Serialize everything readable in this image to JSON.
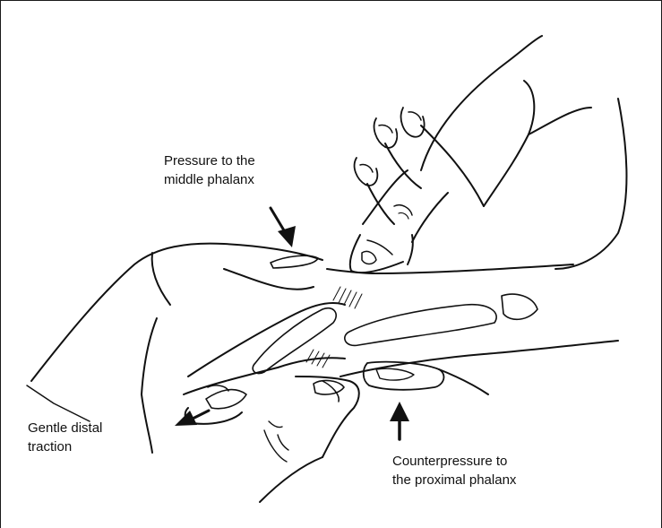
{
  "labels": {
    "middle_phalanx": [
      "Pressure to the",
      "middle phalanx"
    ],
    "distal_traction": [
      "Gentle distal",
      "traction"
    ],
    "proximal_counter": [
      "Counterpressure to",
      "the proximal phalanx"
    ]
  },
  "colors": {
    "ink": "#111111",
    "background": "#ffffff"
  }
}
